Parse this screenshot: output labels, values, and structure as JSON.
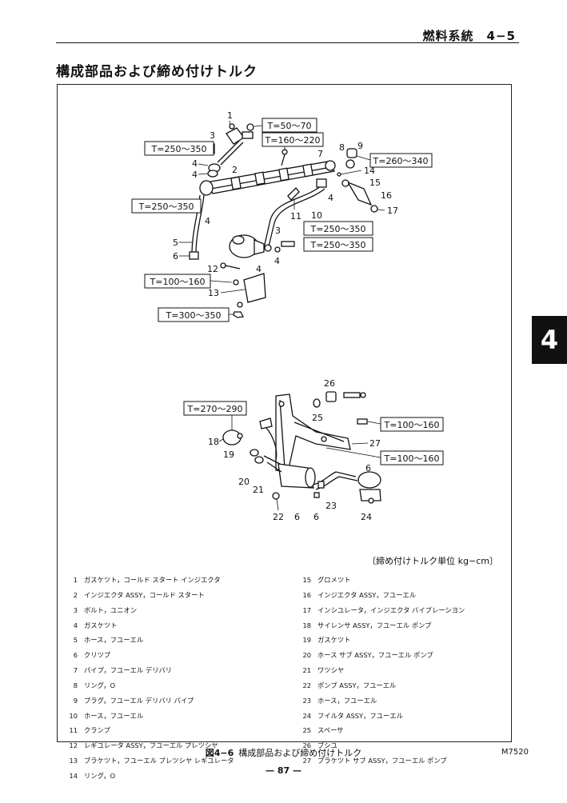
{
  "header": {
    "title": "燃料系統　4−5"
  },
  "section_title": "構成部品および締め付けトルク",
  "chapter_tab": "4",
  "torques": {
    "t1": "T=50〜70",
    "t2": "T=160〜220",
    "t3": "T=250〜350",
    "t4": "T=260〜340",
    "t5": "T=250〜350",
    "t6": "T=250〜350",
    "t7": "T=250〜350",
    "t8": "T=100〜160",
    "t9": "T=300〜350",
    "t10": "T=270〜290",
    "t11": "T=100〜160",
    "t12": "T=100〜160"
  },
  "callouts": {
    "c1": "1",
    "c3": "3",
    "c4a": "4",
    "c4b": "4",
    "c2": "2",
    "c7": "7",
    "c8": "8",
    "c9": "9",
    "c14": "14",
    "c15": "15",
    "c16": "16",
    "c17": "17",
    "c4c": "4",
    "c11": "11",
    "c10": "10",
    "c4d": "4",
    "c5": "5",
    "c6": "6",
    "c3b": "3",
    "c4e": "4",
    "c4f": "4",
    "c12": "12",
    "c13": "13",
    "c26": "26",
    "c25": "25",
    "c27": "27",
    "c18": "18",
    "c19": "19",
    "c20": "20",
    "c21": "21",
    "c22": "22",
    "c6b": "6",
    "c6c": "6",
    "c23": "23",
    "c6d": "6",
    "c24": "24"
  },
  "unit_note": "〔締め付けトルク単位 kg−cm〕",
  "legend_left": [
    {
      "n": "1",
      "t": "ガスケツト，コールド スタート インジエクタ"
    },
    {
      "n": "2",
      "t": "インジエクタ ASSY，コールド スタート"
    },
    {
      "n": "3",
      "t": "ボルト，ユニオン"
    },
    {
      "n": "4",
      "t": "ガスケツト"
    },
    {
      "n": "5",
      "t": "ホース，フユーエル"
    },
    {
      "n": "6",
      "t": "クリツプ"
    },
    {
      "n": "7",
      "t": "パイプ，フユーエル デリバリ"
    },
    {
      "n": "8",
      "t": "リング，O"
    },
    {
      "n": "9",
      "t": "プラグ，フユーエル デリバリ パイプ"
    },
    {
      "n": "10",
      "t": "ホース，フユーエル"
    },
    {
      "n": "11",
      "t": "クランプ"
    },
    {
      "n": "12",
      "t": "レギユレータ ASSY，フユーエル プレツシヤ"
    },
    {
      "n": "13",
      "t": "ブラケツト，フユーエル プレツシヤ レギユレータ"
    },
    {
      "n": "14",
      "t": "リング，O"
    }
  ],
  "legend_right": [
    {
      "n": "15",
      "t": "グロメツト"
    },
    {
      "n": "16",
      "t": "インジエクタ ASSY，フユーエル"
    },
    {
      "n": "17",
      "t": "インシユレータ，インジエクタ バイブレーシヨン"
    },
    {
      "n": "18",
      "t": "サイレンサ ASSY，フユーエル ポンプ"
    },
    {
      "n": "19",
      "t": "ガスケツト"
    },
    {
      "n": "20",
      "t": "ホース サブ ASSY，フユーエル ポンプ"
    },
    {
      "n": "21",
      "t": "ワツシヤ"
    },
    {
      "n": "22",
      "t": "ポンプ ASSY，フユーエル"
    },
    {
      "n": "23",
      "t": "ホース，フユーエル"
    },
    {
      "n": "24",
      "t": "フイルタ ASSY，フユーエル"
    },
    {
      "n": "25",
      "t": "スペーサ"
    },
    {
      "n": "26",
      "t": "ブシユ"
    },
    {
      "n": "27",
      "t": "ブラケツト サブ ASSY，フユーエル ポンプ"
    }
  ],
  "caption": {
    "fig": "図4−6",
    "text": "構成部品および締め付けトルク"
  },
  "code": "M7520",
  "page_number": "— 87 —"
}
